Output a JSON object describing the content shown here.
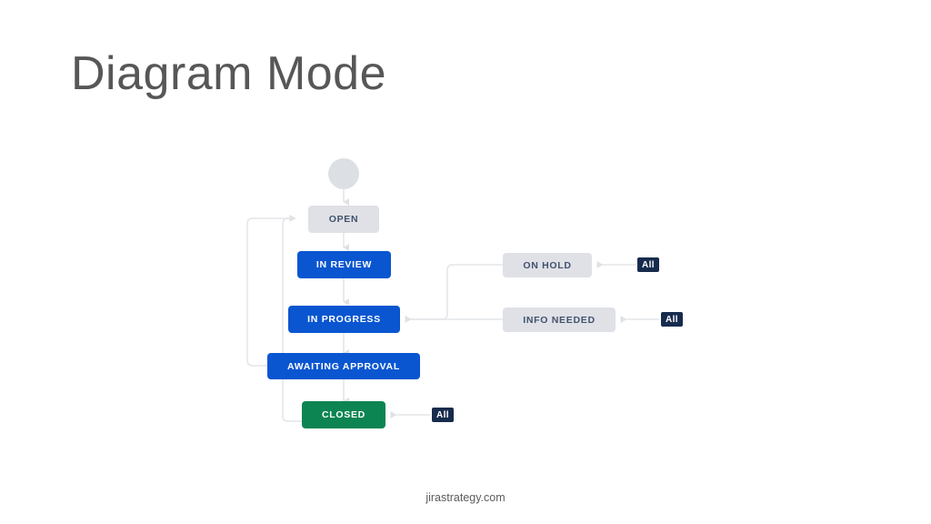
{
  "slide": {
    "title": "Diagram Mode",
    "footer": "jirastrategy.com"
  },
  "colors": {
    "background": "#ffffff",
    "title_text": "#575757",
    "node_grey_bg": "#dfe1e6",
    "node_grey_text": "#42526e",
    "node_blue_bg": "#0a56d0",
    "node_green_bg": "#0c8552",
    "node_active_text": "#ffffff",
    "badge_bg": "#172b4d",
    "badge_text": "#ffffff",
    "connector": "#e3e5e8",
    "start_circle": "#dcdfe3"
  },
  "diagram": {
    "type": "workflow",
    "start_node": {
      "name": "start",
      "shape": "circle"
    },
    "nodes": [
      {
        "id": "open",
        "label": "OPEN",
        "style": "grey"
      },
      {
        "id": "review",
        "label": "IN REVIEW",
        "style": "blue"
      },
      {
        "id": "progress",
        "label": "IN PROGRESS",
        "style": "blue"
      },
      {
        "id": "awaiting",
        "label": "AWAITING APPROVAL",
        "style": "blue"
      },
      {
        "id": "closed",
        "label": "CLOSED",
        "style": "green"
      },
      {
        "id": "onhold",
        "label": "ON HOLD",
        "style": "grey"
      },
      {
        "id": "info",
        "label": "INFO NEEDED",
        "style": "grey"
      }
    ],
    "badges": [
      {
        "id": "badge-onhold",
        "label": "All",
        "target": "onhold"
      },
      {
        "id": "badge-info",
        "label": "All",
        "target": "info"
      },
      {
        "id": "badge-closed",
        "label": "All",
        "target": "closed"
      }
    ],
    "transitions": [
      {
        "from": "start",
        "to": "open"
      },
      {
        "from": "open",
        "to": "review"
      },
      {
        "from": "review",
        "to": "progress"
      },
      {
        "from": "progress",
        "to": "awaiting"
      },
      {
        "from": "awaiting",
        "to": "closed"
      },
      {
        "from": "awaiting",
        "to": "open"
      },
      {
        "from": "closed",
        "to": "open"
      },
      {
        "from": "onhold",
        "to": "progress"
      },
      {
        "from": "info",
        "to": "progress"
      }
    ]
  }
}
